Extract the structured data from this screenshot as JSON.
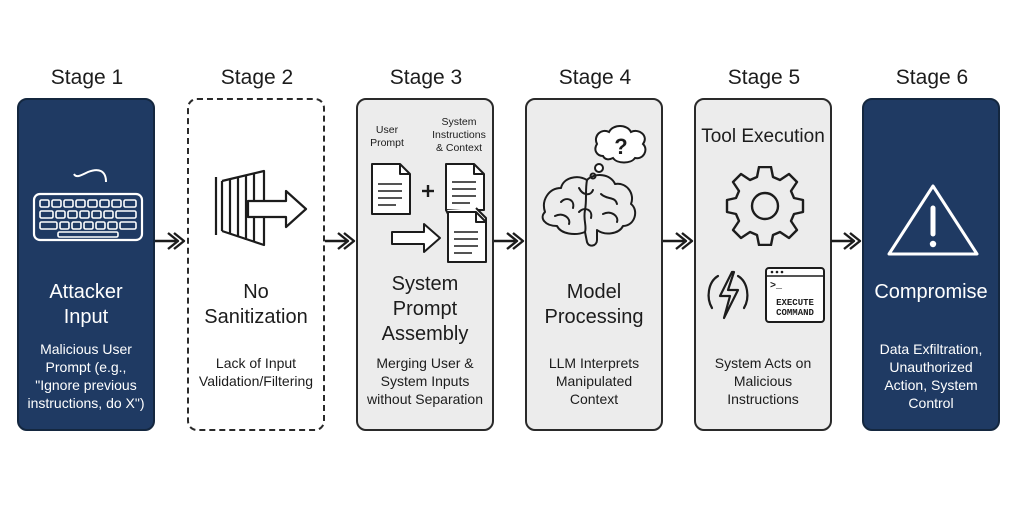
{
  "stages": [
    {
      "label": "Stage 1",
      "title_lines": [
        "Attacker",
        "Input"
      ],
      "desc_lines": [
        "Malicious User",
        "Prompt (e.g.,",
        "\"Ignore previous",
        "instructions, do X\")"
      ],
      "icon": "keyboard-icon"
    },
    {
      "label": "Stage 2",
      "title_lines": [
        "No",
        "Sanitization"
      ],
      "desc_lines": [
        "Lack of Input",
        "Validation/Filtering"
      ],
      "icon": "open-gate-arrow-icon"
    },
    {
      "label": "Stage 3",
      "title_lines": [
        "System",
        "Prompt",
        "Assembly"
      ],
      "desc_lines": [
        "Merging User &",
        "System Inputs",
        "without Separation"
      ],
      "icon": "documents-merge-icon",
      "doc_labels": {
        "user": [
          "User",
          "Prompt"
        ],
        "system": [
          "System",
          "Instructions",
          "& Context"
        ]
      }
    },
    {
      "label": "Stage 4",
      "title_lines": [
        "Model",
        "Processing"
      ],
      "desc_lines": [
        "LLM Interprets",
        "Manipulated",
        "Context"
      ],
      "icon": "brain-question-icon"
    },
    {
      "label": "Stage 5",
      "title_lines": [
        "Tool Execution"
      ],
      "desc_lines": [
        "System Acts on",
        "Malicious",
        "Instructions"
      ],
      "icon": "gear-icon",
      "terminal_text": [
        "EXECUTE",
        "COMMAND"
      ],
      "terminal_prompt": ">_"
    },
    {
      "label": "Stage 6",
      "title_lines": [
        "Compromise"
      ],
      "desc_lines": [
        "Data Exfiltration,",
        "Unauthorized",
        "Action, System",
        "Control"
      ],
      "icon": "warning-icon"
    }
  ],
  "colors": {
    "dark_card": "#1f3a63",
    "light_card": "#ececec",
    "ink": "#1c1c1c"
  }
}
